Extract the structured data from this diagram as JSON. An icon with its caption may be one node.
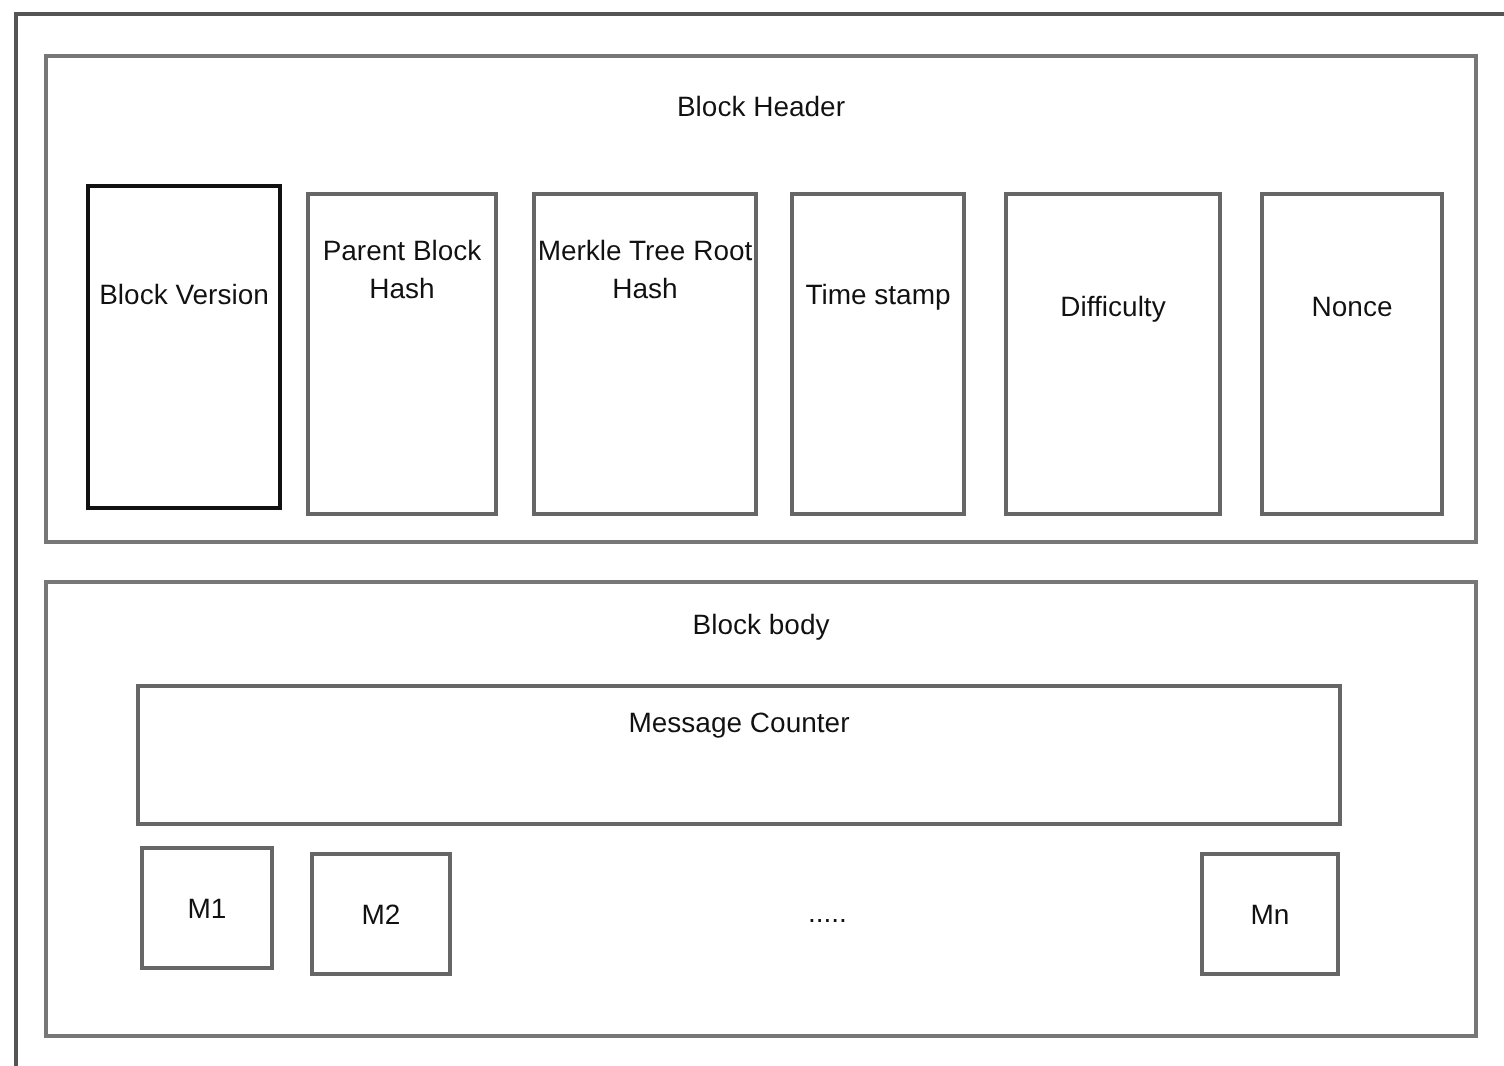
{
  "diagram": {
    "nodes": [
      {
        "text": [
          "Block Header"
        ]
      },
      {
        "text": [
          "Block Version"
        ],
        "in": 0
      },
      {
        "text": [
          "Parent Block Hash"
        ],
        "in": 0
      },
      {
        "text": [
          "Merkle Tree Root Hash"
        ],
        "in": 0
      },
      {
        "text": [
          "Time stamp"
        ],
        "in": 0
      },
      {
        "text": [
          "Difficulty"
        ],
        "in": 0
      },
      {
        "text": [
          "Nonce"
        ],
        "in": 0
      },
      {
        "text": [
          "Block body"
        ]
      },
      {
        "text": [
          "Message Counter"
        ],
        "in": 7
      },
      {
        "text": [
          "M1"
        ],
        "in": 7
      },
      {
        "text": [
          "M2"
        ],
        "in": 7
      },
      {
        "text": [
          "Mn"
        ],
        "in": 7
      }
    ],
    "labels": [
      "....."
    ]
  }
}
